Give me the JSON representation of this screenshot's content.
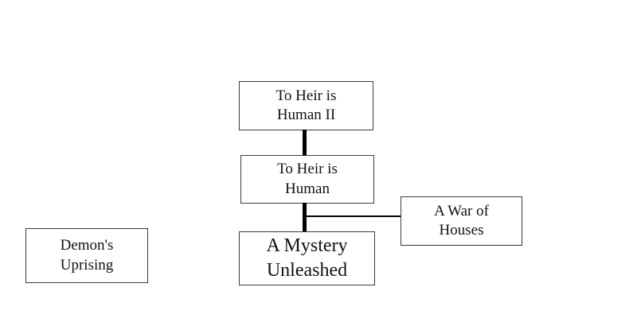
{
  "diagram": {
    "type": "series-relationship-tree",
    "background_color": "#ffffff",
    "border_color": "#3a3a3a",
    "connector_color": "#000000",
    "nodes": [
      {
        "id": "demons-uprising",
        "name": "Demon's Uprising",
        "line1": "Demon's",
        "line2": "Uprising"
      },
      {
        "id": "to-heir-is-human-2",
        "name": "To Heir is Human II",
        "line1": "To Heir is",
        "line2": "Human II"
      },
      {
        "id": "to-heir-is-human",
        "name": "To Heir is Human",
        "line1": "To Heir is",
        "line2": "Human"
      },
      {
        "id": "a-mystery-unleashed",
        "name": "A Mystery Unleashed",
        "line1": "A Mystery",
        "line2": "Unleashed"
      },
      {
        "id": "a-war-of-houses",
        "name": "A War of Houses",
        "line1": "A War of",
        "line2": "Houses"
      }
    ],
    "connectors": [
      {
        "id": "mystery-to-heir",
        "from": "a-mystery-unleashed",
        "to": "to-heir-is-human",
        "style": "thick-vertical"
      },
      {
        "id": "heir-to-heir2",
        "from": "to-heir-is-human",
        "to": "to-heir-is-human-2",
        "style": "thick-vertical"
      },
      {
        "id": "mystery-to-war",
        "from": "a-mystery-unleashed",
        "to": "a-war-of-houses",
        "style": "thin-horizontal"
      }
    ]
  }
}
